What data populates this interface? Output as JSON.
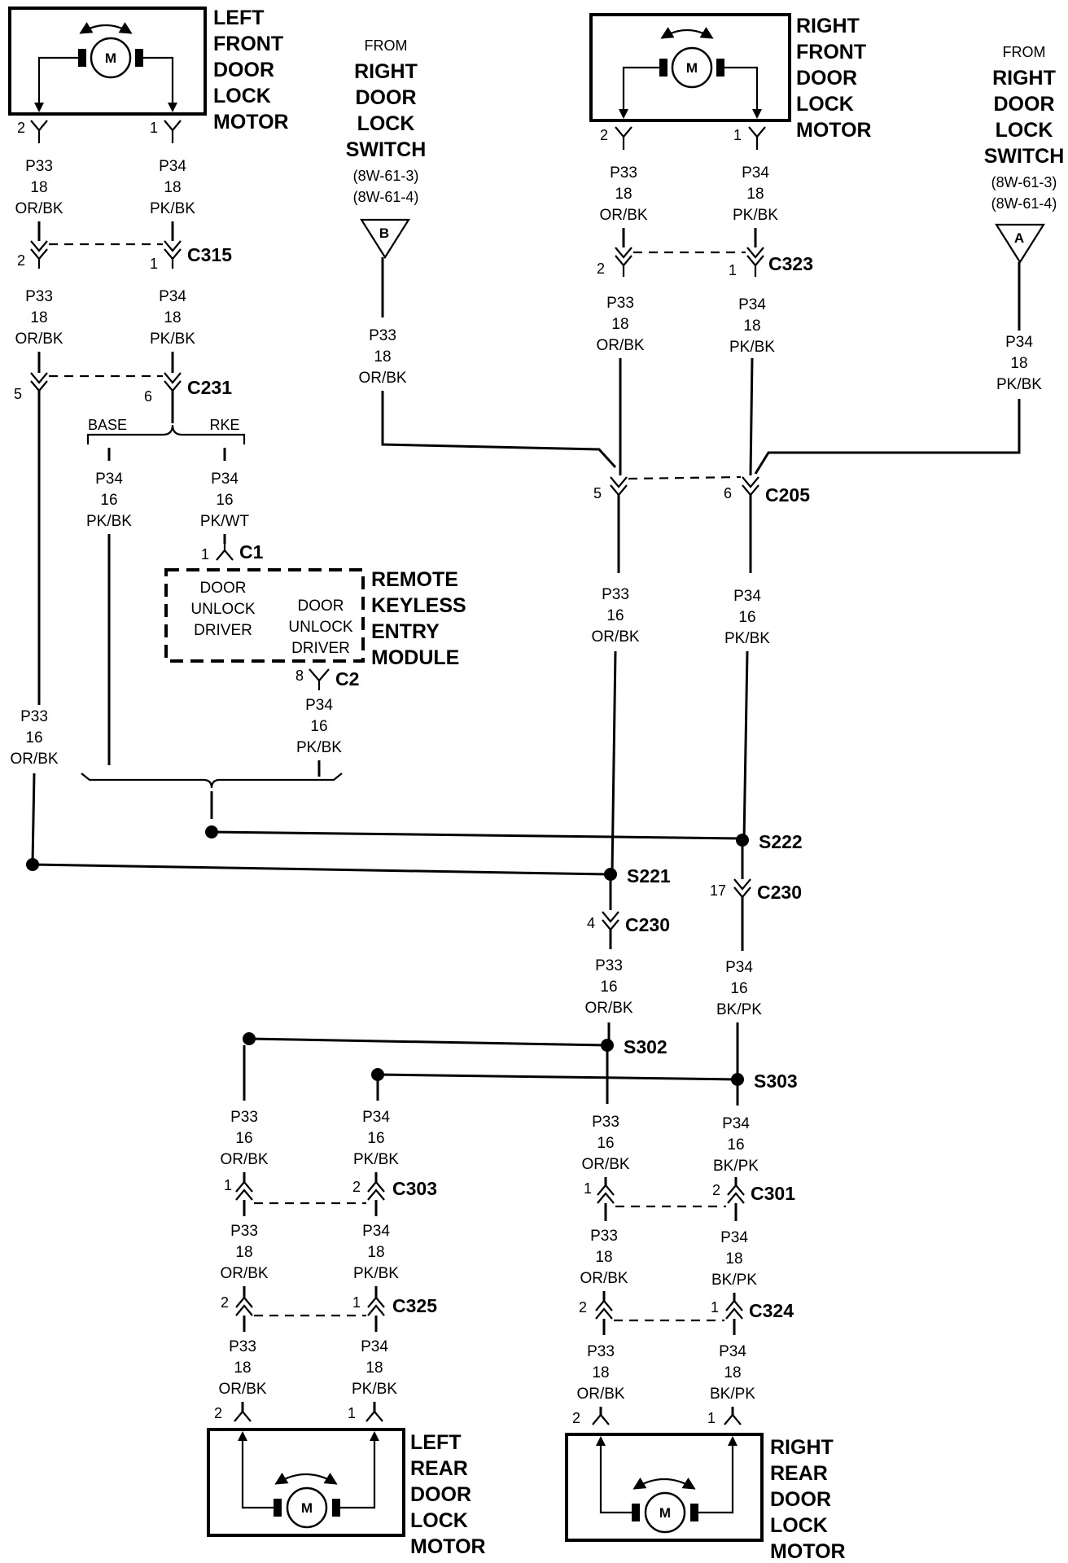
{
  "motors": {
    "left_front": {
      "lines": [
        "LEFT",
        "FRONT",
        "DOOR",
        "LOCK",
        "MOTOR"
      ],
      "symbol": "M"
    },
    "right_front": {
      "lines": [
        "RIGHT",
        "FRONT",
        "DOOR",
        "LOCK",
        "MOTOR"
      ],
      "symbol": "M"
    },
    "left_rear": {
      "lines": [
        "LEFT",
        "REAR",
        "DOOR",
        "LOCK",
        "MOTOR"
      ],
      "symbol": "M"
    },
    "right_rear": {
      "lines": [
        "RIGHT",
        "REAR",
        "DOOR",
        "LOCK",
        "MOTOR"
      ],
      "symbol": "M"
    }
  },
  "sources": {
    "b": {
      "from": "FROM",
      "lines": [
        "RIGHT",
        "DOOR",
        "LOCK",
        "SWITCH"
      ],
      "refs": [
        "(8W-61-3)",
        "(8W-61-4)"
      ],
      "tag": "B"
    },
    "a": {
      "from": "FROM",
      "lines": [
        "RIGHT",
        "DOOR",
        "LOCK",
        "SWITCH"
      ],
      "refs": [
        "(8W-61-3)",
        "(8W-61-4)"
      ],
      "tag": "A"
    }
  },
  "module": {
    "name_lines": [
      "REMOTE",
      "KEYLESS",
      "ENTRY",
      "MODULE"
    ],
    "driver_left": [
      "DOOR",
      "UNLOCK",
      "DRIVER"
    ],
    "driver_right": [
      "DOOR",
      "UNLOCK",
      "DRIVER"
    ],
    "c1": "C1",
    "c1_pin": "1",
    "c2": "C2",
    "c2_pin": "8"
  },
  "branch": {
    "base": "BASE",
    "rke": "RKE"
  },
  "connectors": {
    "c315": {
      "name": "C315",
      "pin_a": "2",
      "pin_b": "1"
    },
    "c231": {
      "name": "C231",
      "pin_a": "5",
      "pin_b": "6"
    },
    "c323": {
      "name": "C323",
      "pin_a": "2",
      "pin_b": "1"
    },
    "c205": {
      "name": "C205",
      "pin_a": "5",
      "pin_b": "6"
    },
    "c230a": {
      "name": "C230",
      "pin": "4"
    },
    "c230b": {
      "name": "C230",
      "pin": "17"
    },
    "c303": {
      "name": "C303",
      "pin_a": "1",
      "pin_b": "2"
    },
    "c325": {
      "name": "C325",
      "pin_a": "2",
      "pin_b": "1"
    },
    "c301": {
      "name": "C301",
      "pin_a": "1",
      "pin_b": "2"
    },
    "c324": {
      "name": "C324",
      "pin_a": "2",
      "pin_b": "1"
    }
  },
  "splices": {
    "s221": "S221",
    "s222": "S222",
    "s302": "S302",
    "s303": "S303"
  },
  "motor_pins": {
    "lf_a": "2",
    "lf_b": "1",
    "rf_a": "2",
    "rf_b": "1",
    "lr_a": "2",
    "lr_b": "1",
    "rr_a": "2",
    "rr_b": "1"
  },
  "wires": {
    "lf1a": [
      "P33",
      "18",
      "OR/BK"
    ],
    "lf1b": [
      "P34",
      "18",
      "PK/BK"
    ],
    "lf2a": [
      "P33",
      "18",
      "OR/BK"
    ],
    "lf2b": [
      "P34",
      "18",
      "PK/BK"
    ],
    "base": [
      "P34",
      "16",
      "PK/BK"
    ],
    "rke": [
      "P34",
      "16",
      "PK/WT"
    ],
    "c2out": [
      "P34",
      "16",
      "PK/BK"
    ],
    "leftp33": [
      "P33",
      "16",
      "OR/BK"
    ],
    "srcb": [
      "P33",
      "18",
      "OR/BK"
    ],
    "srca": [
      "P34",
      "18",
      "PK/BK"
    ],
    "rf1a": [
      "P33",
      "18",
      "OR/BK"
    ],
    "rf1b": [
      "P34",
      "18",
      "PK/BK"
    ],
    "rf2a": [
      "P33",
      "18",
      "OR/BK"
    ],
    "rf2b": [
      "P34",
      "18",
      "PK/BK"
    ],
    "c205a": [
      "P33",
      "16",
      "OR/BK"
    ],
    "c205b": [
      "P34",
      "16",
      "PK/BK"
    ],
    "c230a": [
      "P33",
      "16",
      "OR/BK"
    ],
    "c230b": [
      "P34",
      "16",
      "BK/PK"
    ],
    "lr1a": [
      "P33",
      "16",
      "OR/BK"
    ],
    "lr1b": [
      "P34",
      "16",
      "PK/BK"
    ],
    "lr2a": [
      "P33",
      "18",
      "OR/BK"
    ],
    "lr2b": [
      "P34",
      "18",
      "PK/BK"
    ],
    "lr3a": [
      "P33",
      "18",
      "OR/BK"
    ],
    "lr3b": [
      "P34",
      "18",
      "PK/BK"
    ],
    "rr1a": [
      "P33",
      "16",
      "OR/BK"
    ],
    "rr1b": [
      "P34",
      "16",
      "BK/PK"
    ],
    "rr2a": [
      "P33",
      "18",
      "OR/BK"
    ],
    "rr2b": [
      "P34",
      "18",
      "BK/PK"
    ],
    "rr3a": [
      "P33",
      "18",
      "OR/BK"
    ],
    "rr3b": [
      "P34",
      "18",
      "BK/PK"
    ]
  }
}
